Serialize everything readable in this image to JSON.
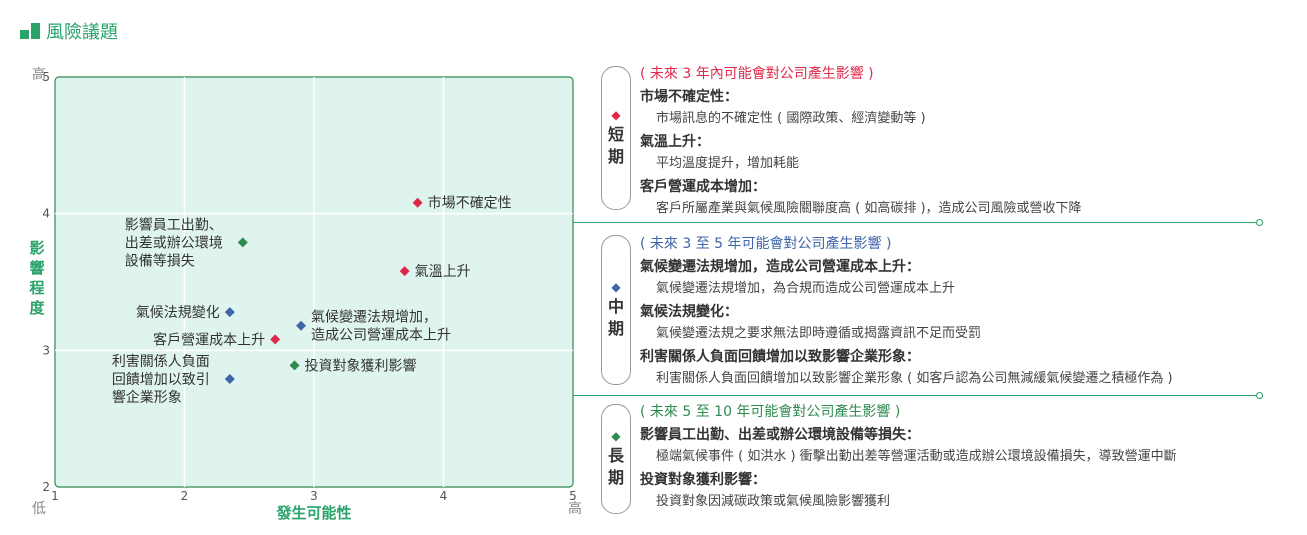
{
  "header": {
    "title": "風險議題",
    "accent": "#2aa36b"
  },
  "colors": {
    "short": "#e0284a",
    "mid": "#3f64a8",
    "long": "#2e8b4f",
    "plot_bg": "#dff4ee",
    "grid": "#ffffff"
  },
  "chart_data": {
    "type": "scatter",
    "xlabel": "發生可能性",
    "ylabel": [
      "影",
      "響",
      "程",
      "度"
    ],
    "x_low": "低",
    "x_high": "高",
    "y_high": "高",
    "xlim": [
      1,
      5
    ],
    "ylim": [
      2,
      5
    ],
    "xticks": [
      "1",
      "2",
      "3",
      "4",
      "5"
    ],
    "yticks": [
      "2",
      "3",
      "4",
      "5"
    ],
    "points": [
      {
        "label": [
          "市場不確定性"
        ],
        "x": 3.8,
        "y": 4.08,
        "group": "short",
        "label_side": "right"
      },
      {
        "label": [
          "氣溫上升"
        ],
        "x": 3.7,
        "y": 3.58,
        "group": "short",
        "label_side": "right"
      },
      {
        "label": [
          "客戶營運成本上升"
        ],
        "x": 2.7,
        "y": 3.08,
        "group": "short",
        "label_side": "left"
      },
      {
        "label": [
          "氣候變遷法規增加，",
          "造成公司營運成本上升"
        ],
        "x": 2.9,
        "y": 3.18,
        "group": "mid",
        "label_side": "right"
      },
      {
        "label": [
          "氣候法規變化"
        ],
        "x": 2.35,
        "y": 3.28,
        "group": "mid",
        "label_side": "left"
      },
      {
        "label": [
          "利害關係人負面",
          "回饋增加以致引",
          "響企業形象"
        ],
        "x": 2.35,
        "y": 2.79,
        "group": "mid",
        "label_side": "left"
      },
      {
        "label": [
          "影響員工出勤、",
          "出差或辦公環境",
          "設備等損失"
        ],
        "x": 2.45,
        "y": 3.79,
        "group": "long",
        "label_side": "left"
      },
      {
        "label": [
          "投資對象獲利影響"
        ],
        "x": 2.85,
        "y": 2.89,
        "group": "long",
        "label_side": "right"
      }
    ]
  },
  "sections": [
    {
      "key": "short",
      "chars": [
        "短",
        "期"
      ],
      "heading": "( 未來 3 年內可能會對公司產生影響 )",
      "items": [
        {
          "title": "市場不確定性：",
          "desc": "市場訊息的不確定性 ( 國際政策、經濟變動等 )"
        },
        {
          "title": "氣溫上升：",
          "desc": "平均溫度提升，增加耗能"
        },
        {
          "title": "客戶營運成本增加：",
          "desc": "客戶所屬產業與氣候風險關聯度高 ( 如高碳排 )，造成公司風險或營收下降"
        }
      ]
    },
    {
      "key": "mid",
      "chars": [
        "中",
        "期"
      ],
      "heading": "( 未來 3 至 5 年可能會對公司產生影響 )",
      "items": [
        {
          "title": "氣候變遷法規增加，造成公司營運成本上升：",
          "desc": "氣候變遷法規增加，為合規而造成公司營運成本上升"
        },
        {
          "title": "氣候法規變化：",
          "desc": "氣候變遷法規之要求無法即時遵循或揭露資訊不足而受罰"
        },
        {
          "title": "利害關係人負面回饋增加以致影響企業形象：",
          "desc": "利害關係人負面回饋增加以致影響企業形象 ( 如客戶認為公司無減緩氣候變遷之積極作為 )"
        }
      ]
    },
    {
      "key": "long",
      "chars": [
        "長",
        "期"
      ],
      "heading": "( 未來 5 至 10 年可能會對公司產生影響 )",
      "items": [
        {
          "title": "影響員工出勤、出差或辦公環境設備等損失：",
          "desc": "極端氣候事件 ( 如洪水 ) 衝擊出勤出差等營運活動或造成辦公環境設備損失，導致營運中斷"
        },
        {
          "title": "投資對象獲利影響：",
          "desc": "投資對象因減碳政策或氣候風險影響獲利"
        }
      ]
    }
  ]
}
